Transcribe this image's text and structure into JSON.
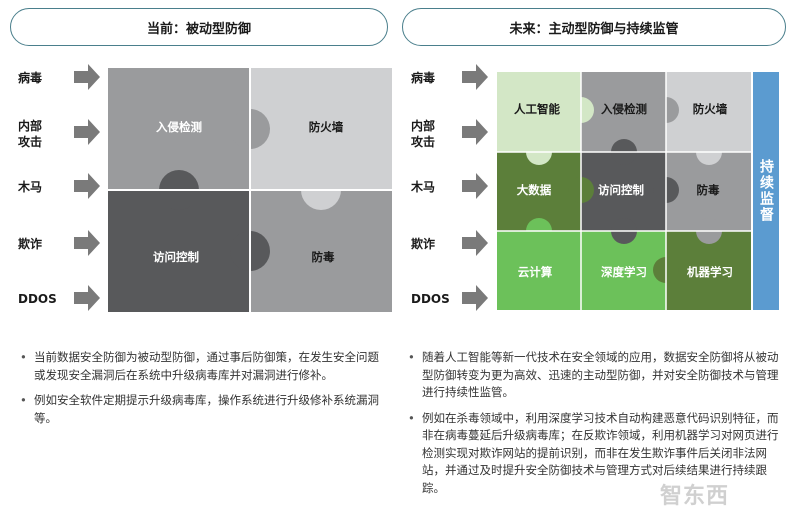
{
  "left_panel": {
    "title": "当前：被动型防御",
    "threats": [
      "病毒",
      "内部\n攻击",
      "木马",
      "欺诈",
      "DDOS"
    ],
    "pieces": {
      "intrusion": "入侵检测",
      "firewall": "防火墙",
      "access": "访问控制",
      "antivirus": "防毒"
    },
    "bullets": [
      "当前数据安全防御为被动型防御，通过事后防御策，在发生安全问题或发现安全漏洞后在系统中升级病毒库并对漏洞进行修补。",
      "例如安全软件定期提示升级病毒库，操作系统进行升级修补系统漏洞等。"
    ]
  },
  "right_panel": {
    "title": "未来：主动型防御与持续监管",
    "threats": [
      "病毒",
      "内部\n攻击",
      "木马",
      "欺诈",
      "DDOS"
    ],
    "pieces": {
      "ai": "人工智能",
      "intrusion": "入侵检测",
      "firewall": "防火墙",
      "bigdata": "大数据",
      "access": "访问控制",
      "antivirus": "防毒",
      "cloud": "云计算",
      "deep": "深度学习",
      "ml": "机器学习"
    },
    "monitor": "持续监督",
    "bullets": [
      "随着人工智能等新一代技术在安全领域的应用，数据安全防御将从被动型防御转变为更为高效、迅速的主动型防御，并对安全防御技术与管理进行持续性监管。",
      "例如在杀毒领域中，利用深度学习技术自动构建恶意代码识别特征，而非在病毒蔓延后升级病毒库；在反欺诈领域，利用机器学习对网页进行检测实现对欺诈网站的提前识别，而非在发生欺诈事件后关闭非法网站，并通过及时提升安全防御技术与管理方式对后续结果进行持续跟踪。"
    ]
  },
  "watermark": "智东西",
  "colors": {
    "outline": "#4a7f8c",
    "puzzle_dark": "#6d6e70",
    "puzzle_mid": "#9a9b9d",
    "puzzle_light": "#cfd0d2",
    "puzzle_charcoal": "#58595b",
    "green_light": "#d3e7c6",
    "green_mid": "#6cc15a",
    "green_dark": "#5c7f3a",
    "monitor_blue": "#5b9bd0",
    "arrow": "#7a7a7a"
  }
}
